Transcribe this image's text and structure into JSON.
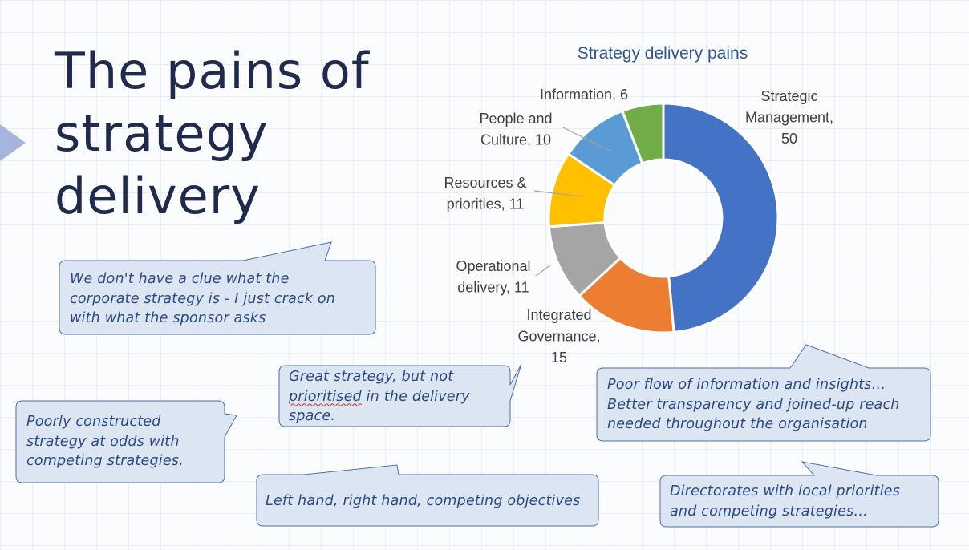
{
  "slide": {
    "title_lines": [
      "The pains of",
      "strategy",
      "delivery"
    ]
  },
  "chart_data": {
    "type": "pie",
    "variant": "donut",
    "title": "Strategy delivery pains",
    "labels": [
      "Strategic Management",
      "Integrated Governance",
      "Operational delivery",
      "Resources & priorities",
      "People and Culture",
      "Information"
    ],
    "values": [
      50,
      15,
      11,
      11,
      10,
      6
    ],
    "colors": [
      "#4472c4",
      "#ed7d31",
      "#a5a5a5",
      "#ffc000",
      "#5b9bd5",
      "#70ad47"
    ],
    "data_labels": [
      [
        "Strategic",
        "Management,",
        "50"
      ],
      [
        "Integrated",
        "Governance,",
        "15"
      ],
      [
        "Operational",
        "delivery, 11"
      ],
      [
        "Resources &",
        "priorities, 11"
      ],
      [
        "People and",
        "Culture, 10"
      ],
      [
        "Information, 6"
      ]
    ]
  },
  "callouts": {
    "clue": {
      "line1": "We don't have a clue what the",
      "line2": "corporate strategy is - I just crack on",
      "line3": "with what the sponsor asks"
    },
    "great": {
      "line1": "Great strategy, but not",
      "line2a": "prioritised",
      "line2b": " in the delivery",
      "line3": "space."
    },
    "poorly": {
      "line1": "Poorly constructed",
      "line2": "strategy at odds with",
      "line3": "competing strategies."
    },
    "left": {
      "line1": "Left hand, right hand, competing objectives"
    },
    "flow": {
      "line1": "Poor flow of information and insights…",
      "line2": "Better transparency and joined-up reach",
      "line3": "needed throughout the organisation"
    },
    "directorates": {
      "line1": "Directorates with local priorities",
      "line2": "and competing strategies…"
    }
  }
}
